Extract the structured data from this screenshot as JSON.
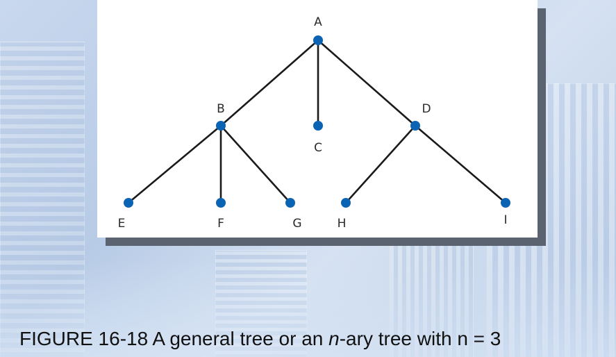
{
  "diagram": {
    "nodes": [
      {
        "id": "A",
        "label": "A"
      },
      {
        "id": "B",
        "label": "B"
      },
      {
        "id": "C",
        "label": "C"
      },
      {
        "id": "D",
        "label": "D"
      },
      {
        "id": "E",
        "label": "E"
      },
      {
        "id": "F",
        "label": "F"
      },
      {
        "id": "G",
        "label": "G"
      },
      {
        "id": "H",
        "label": "H"
      },
      {
        "id": "I",
        "label": "I"
      }
    ],
    "edges": [
      [
        "A",
        "B"
      ],
      [
        "A",
        "C"
      ],
      [
        "A",
        "D"
      ],
      [
        "B",
        "E"
      ],
      [
        "B",
        "F"
      ],
      [
        "B",
        "G"
      ],
      [
        "D",
        "H"
      ],
      [
        "D",
        "I"
      ]
    ],
    "node_color": "#0b63b4",
    "edge_color": "#1a1a1a"
  },
  "caption": {
    "prefix": "FIGURE 16-18 A general tree or an ",
    "italic": "n",
    "suffix": "-ary tree with n = 3"
  }
}
